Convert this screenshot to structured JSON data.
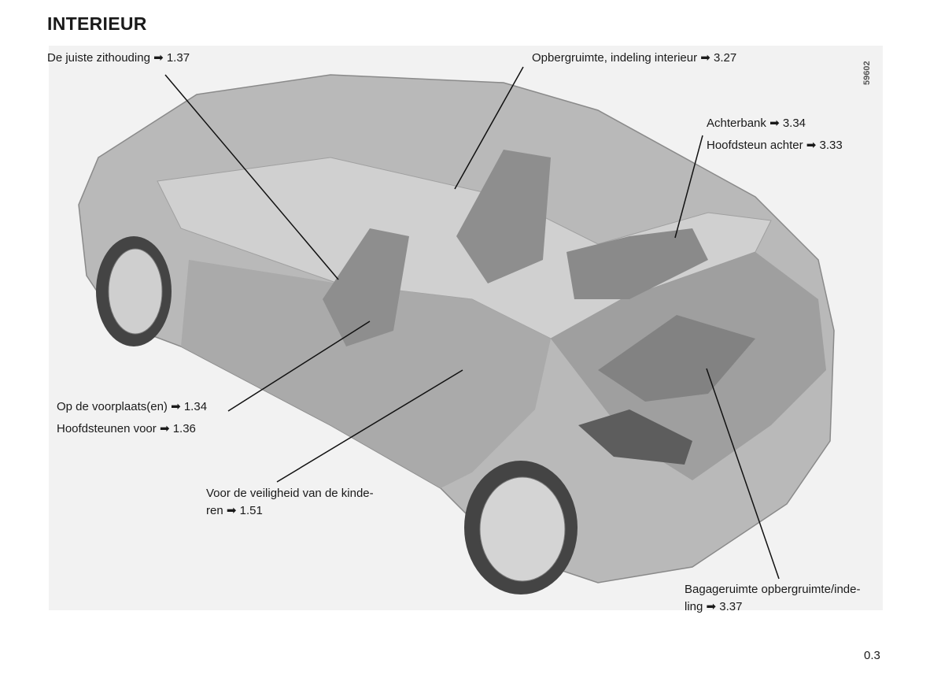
{
  "title": "INTERIEUR",
  "figure_number": "59602",
  "page_number": "0.3",
  "arrow": "➡",
  "labels": {
    "seating": {
      "text": "De juiste zithouding",
      "ref": "1.37"
    },
    "storage_interior": {
      "text": "Opbergruimte, indeling interieur",
      "ref": "3.27"
    },
    "rear_bench": {
      "text": "Achterbank",
      "ref": "3.34"
    },
    "rear_headrest": {
      "text": "Hoofdsteun achter",
      "ref": "3.33"
    },
    "front_seats": {
      "text": "Op de voorplaats(en)",
      "ref": "1.34"
    },
    "front_headrests": {
      "text": "Hoofdsteunen voor",
      "ref": "1.36"
    },
    "child_safety": {
      "line1": "Voor de veiligheid van de kinde-",
      "line2": "ren",
      "ref": "1.51"
    },
    "luggage": {
      "line1": "Bagageruimte opbergruimte/inde-",
      "line2": "ling",
      "ref": "3.37"
    }
  }
}
